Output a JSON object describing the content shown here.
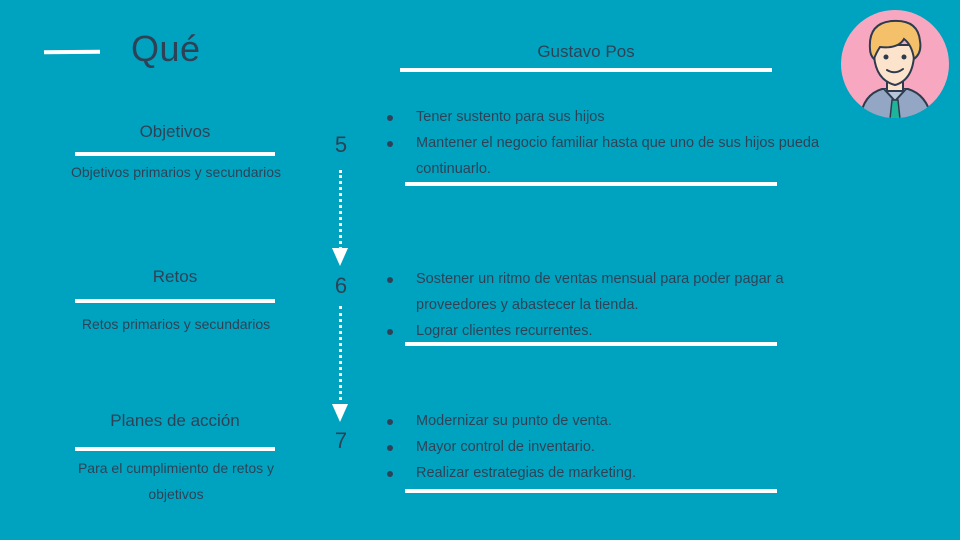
{
  "header": {
    "title": "Qué",
    "persona_name": "Gustavo Pos",
    "avatar_icon": "person-avatar-icon"
  },
  "sections": [
    {
      "title": "Objetivos",
      "description": "Objetivos primarios y secundarios",
      "step": "5",
      "bullets": [
        "Tener sustento para sus hijos",
        "Mantener el negocio familiar hasta que uno de sus hijos pueda continuarlo."
      ]
    },
    {
      "title": "Retos",
      "description": "Retos primarios y secundarios",
      "step": "6",
      "bullets": [
        "Sostener un ritmo de ventas mensual para poder pagar a proveedores y abastecer la tienda.",
        "Lograr clientes recurrentes."
      ]
    },
    {
      "title": "Planes de acción",
      "description": "Para el cumplimiento de retos y objetivos",
      "step": "7",
      "bullets": [
        "Modernizar su punto de venta.",
        "Mayor control de inventario.",
        "Realizar estrategias de marketing."
      ]
    }
  ],
  "colors": {
    "background": "#00a3bf",
    "text": "#2e4257",
    "accent_line": "#ffffff",
    "avatar_bg": "#f7a8c0"
  }
}
